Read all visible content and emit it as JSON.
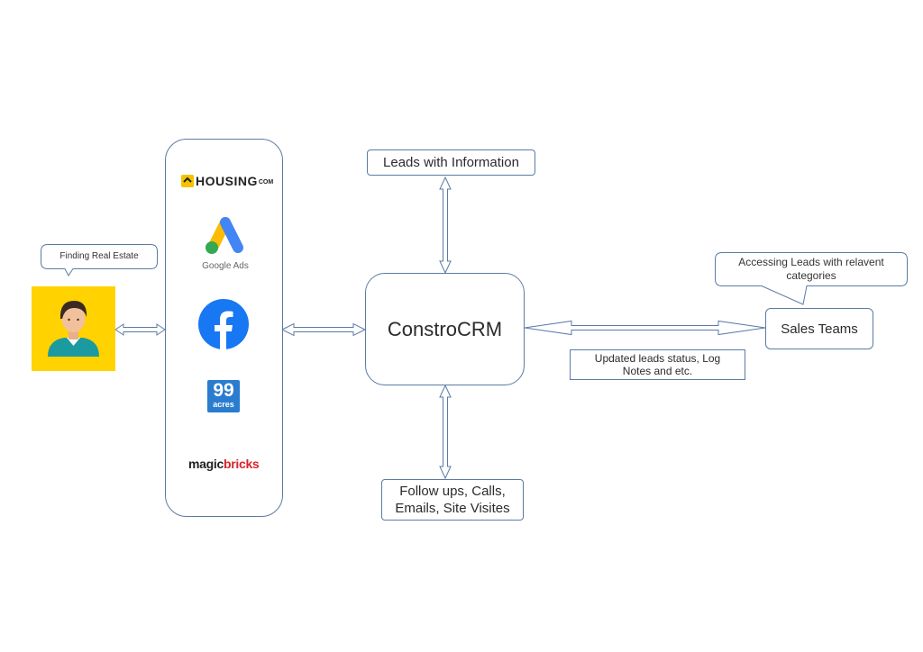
{
  "person_callout": "Finding Real Estate",
  "sources_panel": {
    "housing_logo": "HOUSING",
    "housing_suffix": "COM",
    "google_ads_label": "Google Ads",
    "acres_number": "99",
    "acres_label": "acres",
    "magic_prefix": "magic",
    "magic_suffix": "bricks"
  },
  "crm_label": "ConstroCRM",
  "leads_info_label": "Leads with Information",
  "followups_label": "Follow ups, Calls,\nEmails, Site Visites",
  "sales_teams_label": "Sales Teams",
  "sales_callout": "Accessing Leads with relavent categories",
  "updated_leads_label": "Updated leads status, Log Notes and etc.",
  "colors": {
    "border": "#5b7ba3",
    "person_bg": "#ffd200",
    "housing_yellow": "#f6c200",
    "facebook_blue": "#1877f2",
    "acres_blue": "#2a7ccf",
    "magicbricks_red": "#d8232a"
  }
}
